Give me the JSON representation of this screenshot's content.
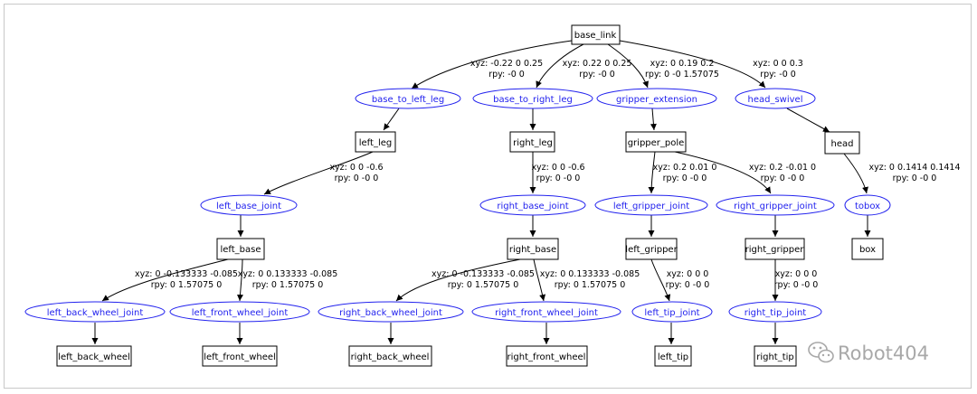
{
  "links": {
    "base_link": "base_link",
    "left_leg": "left_leg",
    "right_leg": "right_leg",
    "gripper_pole": "gripper_pole",
    "head": "head",
    "left_base": "left_base",
    "right_base": "right_base",
    "left_gripper": "left_gripper",
    "right_gripper": "right_gripper",
    "box": "box",
    "left_back_wheel": "left_back_wheel",
    "left_front_wheel": "left_front_wheel",
    "right_back_wheel": "right_back_wheel",
    "right_front_wheel": "right_front_wheel",
    "left_tip": "left_tip",
    "right_tip": "right_tip"
  },
  "joints": {
    "base_to_left_leg": "base_to_left_leg",
    "base_to_right_leg": "base_to_right_leg",
    "gripper_extension": "gripper_extension",
    "head_swivel": "head_swivel",
    "left_base_joint": "left_base_joint",
    "right_base_joint": "right_base_joint",
    "left_gripper_joint": "left_gripper_joint",
    "right_gripper_joint": "right_gripper_joint",
    "tobox": "tobox",
    "left_back_wheel_joint": "left_back_wheel_joint",
    "left_front_wheel_joint": "left_front_wheel_joint",
    "right_back_wheel_joint": "right_back_wheel_joint",
    "right_front_wheel_joint": "right_front_wheel_joint",
    "left_tip_joint": "left_tip_joint",
    "right_tip_joint": "right_tip_joint"
  },
  "edge_labels": {
    "base_to_left_leg": {
      "xyz": "xyz: -0.22 0 0.25",
      "rpy": "rpy: -0 0"
    },
    "base_to_right_leg": {
      "xyz": "xyz: 0.22 0 0.25",
      "rpy": "rpy: -0 0"
    },
    "gripper_extension": {
      "xyz": "xyz: 0 0.19 0.2",
      "rpy": "rpy: 0 -0 1.57075"
    },
    "head_swivel": {
      "xyz": "xyz: 0 0 0.3",
      "rpy": "rpy: -0 0"
    },
    "left_base_joint": {
      "xyz": "xyz: 0 0 -0.6",
      "rpy": "rpy: 0 -0 0"
    },
    "right_base_joint": {
      "xyz": "xyz: 0 0 -0.6",
      "rpy": "rpy: 0 -0 0"
    },
    "left_gripper_joint": {
      "xyz": "xyz: 0.2 0.01 0",
      "rpy": "rpy: 0 -0 0"
    },
    "right_gripper_joint": {
      "xyz": "xyz: 0.2 -0.01 0",
      "rpy": "rpy: 0 -0 0"
    },
    "tobox": {
      "xyz": "xyz: 0 0.1414 0.1414",
      "rpy": "rpy: 0 -0 0"
    },
    "left_back_wheel_joint": {
      "xyz": "xyz: 0 -0.133333 -0.085",
      "rpy": "rpy: 0 1.57075 0"
    },
    "left_front_wheel_joint": {
      "xyz": "xyz: 0 0.133333 -0.085",
      "rpy": "rpy: 0 1.57075 0"
    },
    "right_back_wheel_joint": {
      "xyz": "xyz: 0 -0.133333 -0.085",
      "rpy": "rpy: 0 1.57075 0"
    },
    "right_front_wheel_joint": {
      "xyz": "xyz: 0 0.133333 -0.085",
      "rpy": "rpy: 0 1.57075 0"
    },
    "left_tip_joint": {
      "xyz": "xyz: 0 0 0",
      "rpy": "rpy: 0 -0 0"
    },
    "right_tip_joint": {
      "xyz": "xyz: 0 0 0",
      "rpy": "rpy: 0 -0 0"
    }
  },
  "watermark": {
    "text": "Robot404",
    "icon": "wechat-icon"
  },
  "colors": {
    "joint": "#2222ee",
    "link": "#000000",
    "watermark": "#9a9a9a"
  }
}
